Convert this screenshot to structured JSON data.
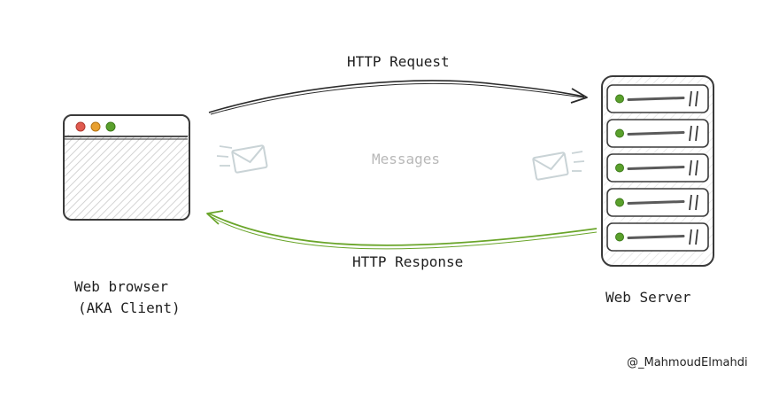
{
  "diagram": {
    "request_label": "HTTP Request",
    "response_label": "HTTP Response",
    "messages_label": "Messages",
    "client_label_line1": "Web browser",
    "client_label_line2": "(AKA Client)",
    "server_label": "Web Server",
    "credit": "@_MahmoudElmahdi"
  },
  "colors": {
    "request_arrow": "#2b2b2b",
    "response_arrow": "#6aa52a",
    "box_stroke": "#3a3a3a",
    "hatch": "#c8c8c8",
    "envelope": "#c9d3d6",
    "traffic_red": "#e05a4f",
    "traffic_orange": "#e8a030",
    "traffic_green": "#5aa02c",
    "server_led": "#5aa02c",
    "server_bar": "#5a5a5a"
  },
  "server": {
    "unit_count": 5
  },
  "icons": [
    "browser-window-icon",
    "server-rack-icon",
    "envelope-icon"
  ]
}
